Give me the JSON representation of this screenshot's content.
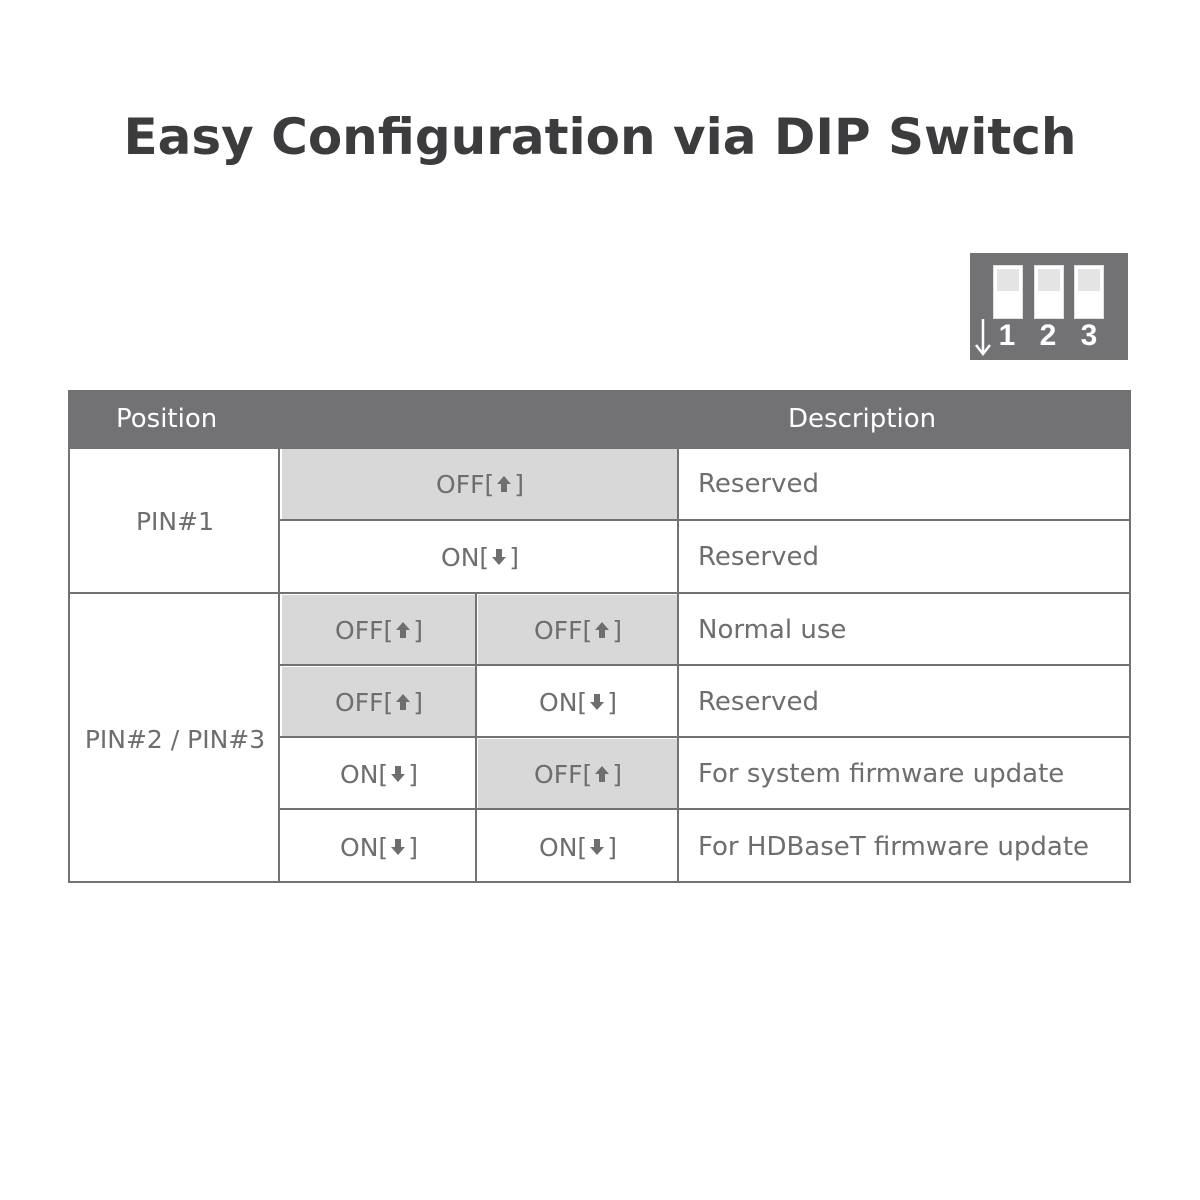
{
  "title": "Easy Configuration via DIP Switch",
  "dip_switch": {
    "numbers": [
      "1",
      "2",
      "3"
    ],
    "arrow_icon": "arrow-down-icon"
  },
  "table": {
    "headers": {
      "position": "Position",
      "description": "Description"
    },
    "groups": [
      {
        "label": "PIN#1",
        "rows": [
          {
            "state": "OFF[",
            "end": "]",
            "icon": "arrow-up-icon",
            "description": "Reserved"
          },
          {
            "state": "ON[",
            "end": "]",
            "icon": "arrow-down-icon",
            "description": "Reserved"
          }
        ]
      },
      {
        "label": "PIN#2 / PIN#3",
        "rows": [
          {
            "pin2": "OFF[",
            "pin3": "OFF[",
            "end": "]",
            "description": "Normal use"
          },
          {
            "pin2": "OFF[",
            "pin3": "ON[",
            "end": "]",
            "description": "Reserved"
          },
          {
            "pin2": "ON[",
            "pin3": "OFF[",
            "end": "]",
            "description": "For system firmware update"
          },
          {
            "pin2": "ON[",
            "pin3": "ON[",
            "end": "]",
            "description": "For HDBaseT firmware update"
          }
        ]
      }
    ]
  },
  "colors": {
    "header_bg": "#727173",
    "off_cell_bg": "#d8d8d8",
    "text": "#6e6d6f"
  }
}
